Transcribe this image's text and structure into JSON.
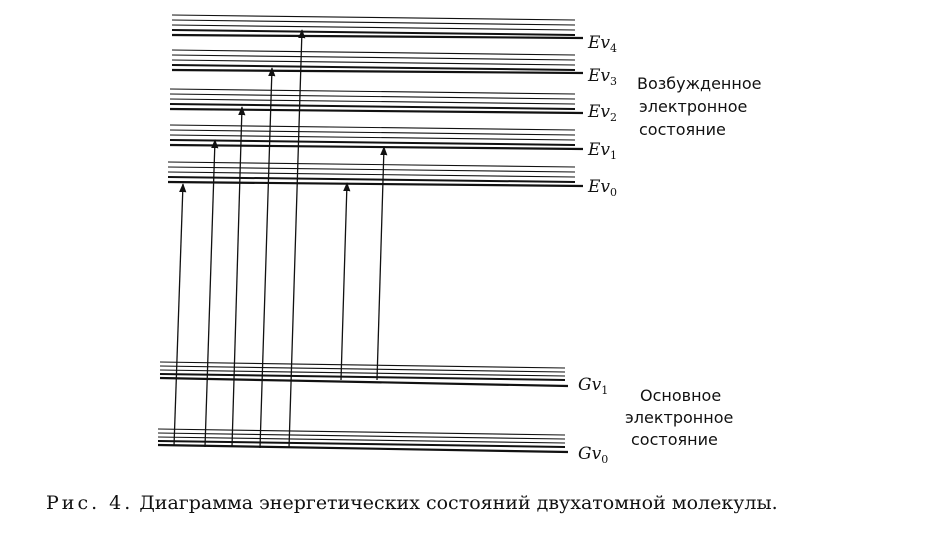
{
  "colors": {
    "ink": "#111111",
    "paper": "#ffffff"
  },
  "excited": {
    "state_lines": [
      "Возбужденное",
      "электронное",
      "состояние"
    ],
    "levels": [
      {
        "letter": "Ev",
        "sub": "4"
      },
      {
        "letter": "Ev",
        "sub": "3"
      },
      {
        "letter": "Ev",
        "sub": "2"
      },
      {
        "letter": "Ev",
        "sub": "1"
      },
      {
        "letter": "Ev",
        "sub": "0"
      }
    ]
  },
  "ground": {
    "state_lines": [
      "Основное",
      "электронное",
      "состояние"
    ],
    "levels": [
      {
        "letter": "Gv",
        "sub": "1"
      },
      {
        "letter": "Gv",
        "sub": "0"
      }
    ]
  },
  "caption": {
    "fig": "Рис. 4.",
    "text": "Диаграмма энергетических состояний двухатомной молекулы."
  }
}
